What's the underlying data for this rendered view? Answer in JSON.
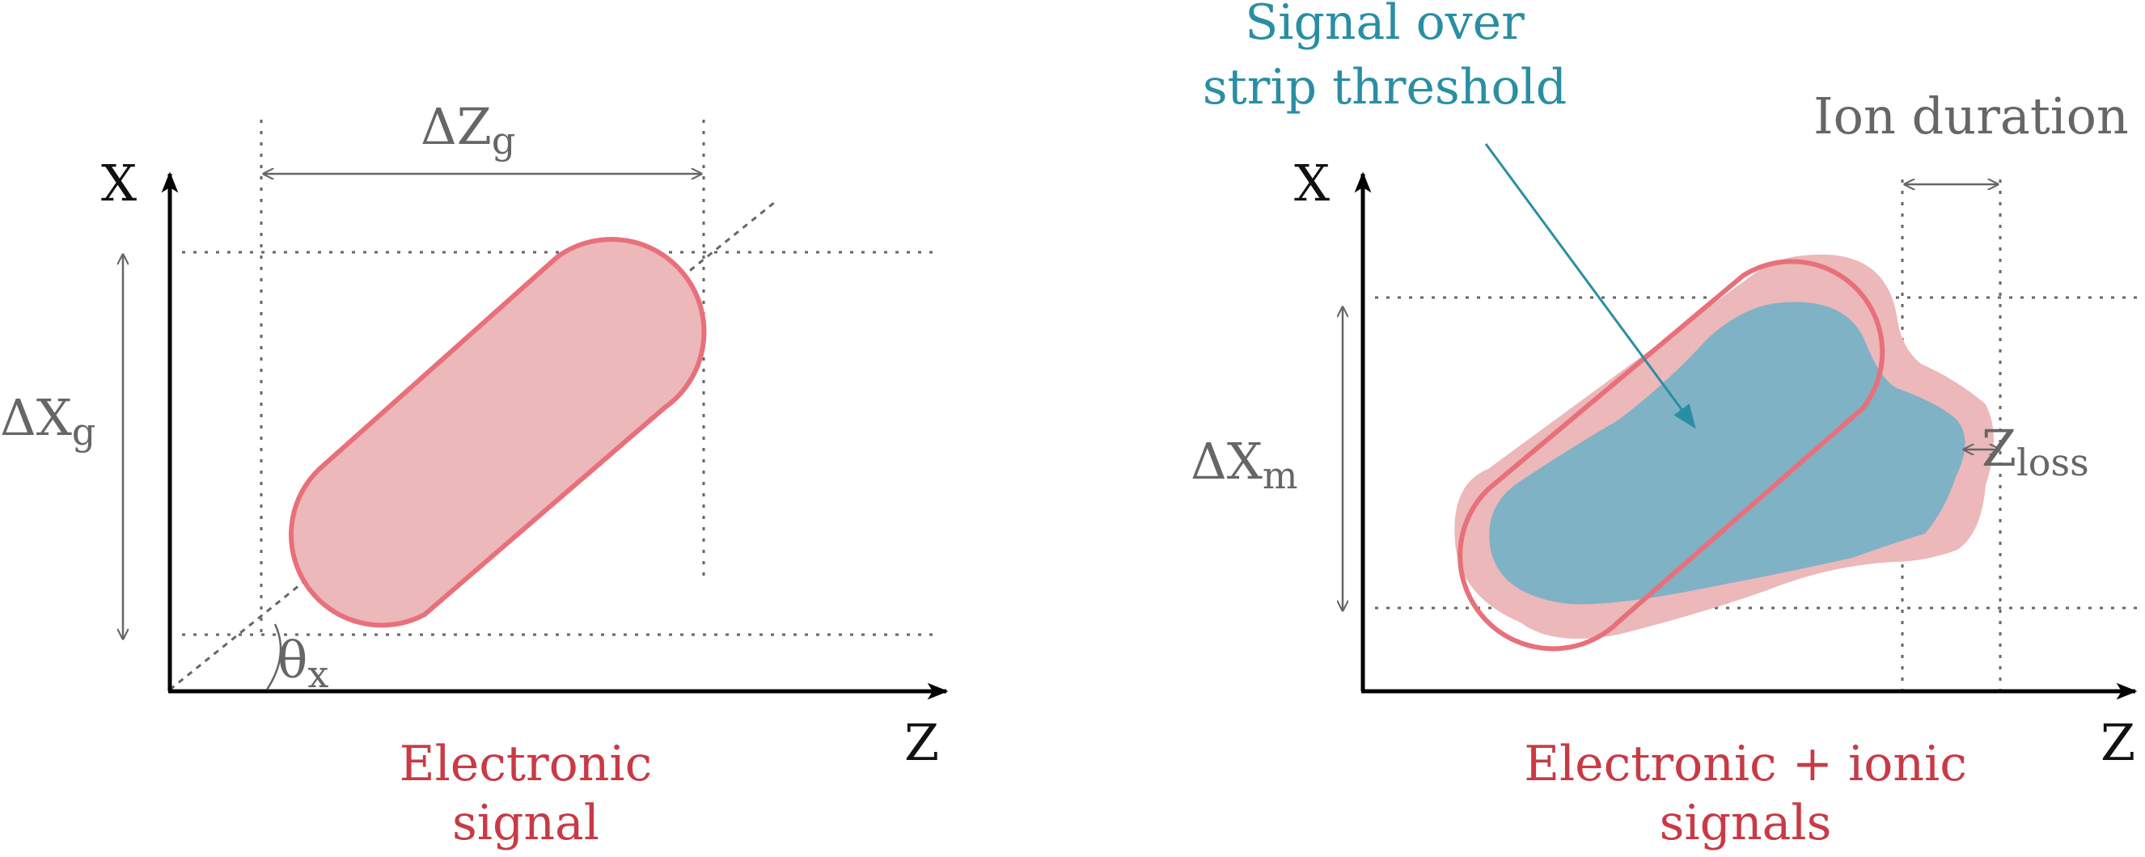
{
  "left_panel": {
    "axis_x": "X",
    "axis_z": "Z",
    "delta_z": {
      "main": "ΔZ",
      "sub": "g"
    },
    "delta_x": {
      "main": "ΔX",
      "sub": "g"
    },
    "theta": {
      "main": "θ",
      "sub": "x"
    },
    "caption_line1": "Electronic",
    "caption_line2": "signal"
  },
  "right_panel": {
    "axis_x": "X",
    "axis_z": "Z",
    "signal_over_line1": "Signal over",
    "signal_over_line2": "strip threshold",
    "ion_duration": "Ion duration",
    "delta_x": {
      "main": "ΔX",
      "sub": "m"
    },
    "z_loss": {
      "main": "Z",
      "sub": "loss"
    },
    "caption_line1": "Electronic + ionic",
    "caption_line2": "signals"
  },
  "colors": {
    "electronic_fill": "#ecb8ba",
    "electronic_stroke": "#e8707a",
    "ionic_fill": "#7fb2c5",
    "caption_red": "#c83a45",
    "caption_teal": "#2a8ea3",
    "guide_grey": "#666666"
  }
}
